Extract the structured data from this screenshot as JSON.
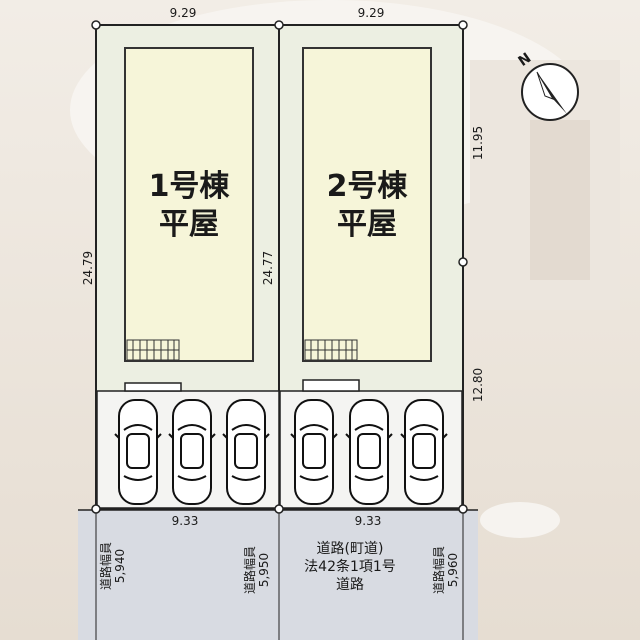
{
  "lots": [
    {
      "house_line1": "1号棟",
      "house_line2": "平屋",
      "top_width": "9.29",
      "bottom_width": "9.33",
      "side_length": "24.79",
      "parking_spaces": 3
    },
    {
      "house_line1": "2号棟",
      "house_line2": "平屋",
      "top_width": "9.29",
      "bottom_width": "9.33",
      "side_length": "24.77",
      "parking_spaces": 3
    }
  ],
  "right_side": {
    "upper": "11.95",
    "lower": "12.80"
  },
  "road_widths": {
    "left": {
      "label": "道路幅員",
      "value": "5,940"
    },
    "middle": {
      "label": "道路幅員",
      "value": "5,950"
    },
    "right": {
      "label": "道路幅員",
      "value": "5,960"
    }
  },
  "road_desc": {
    "line1": "道路(町道)",
    "line2": "法42条1項1号",
    "line3": "道路"
  },
  "compass_letter": "N"
}
